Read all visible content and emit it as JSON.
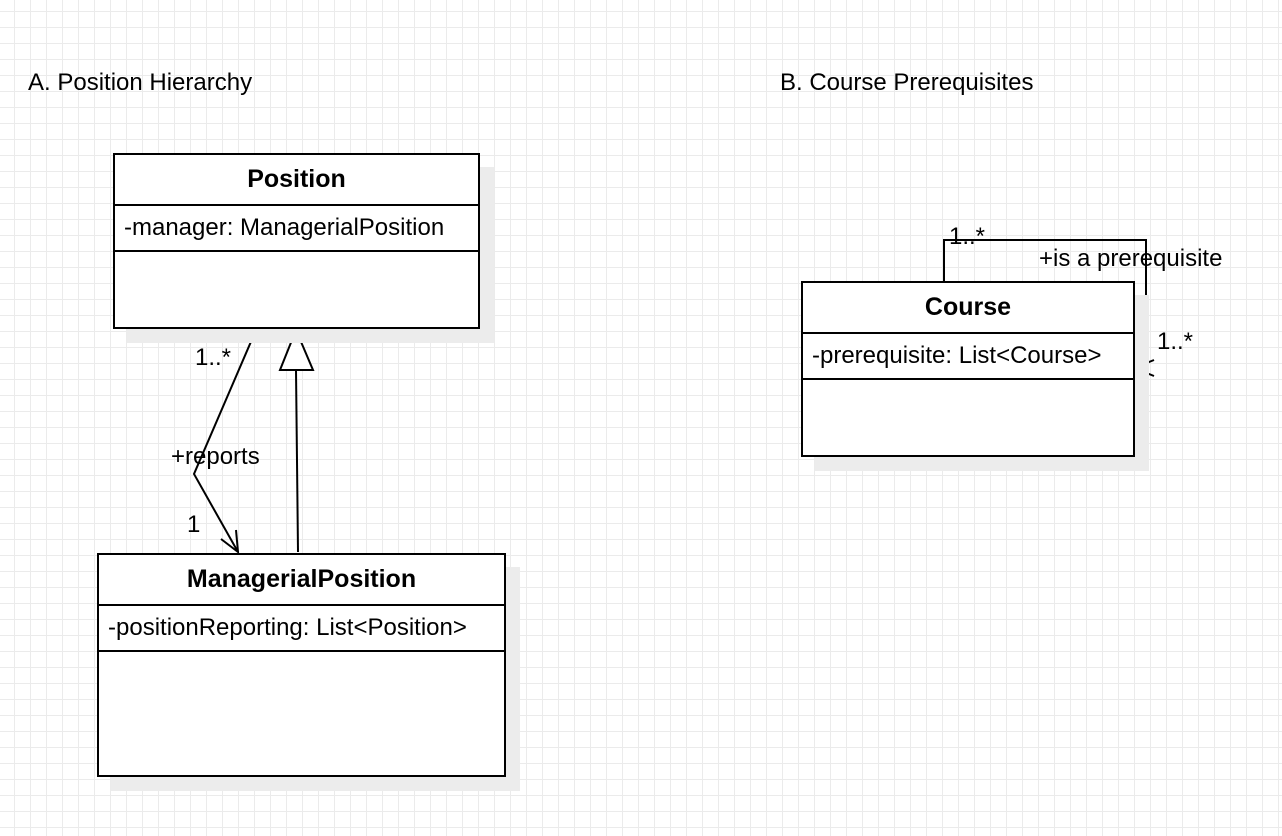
{
  "sections": {
    "a_title": "A. Position Hierarchy",
    "b_title": "B. Course Prerequisites"
  },
  "classes": {
    "position": {
      "name": "Position",
      "attribute": "-manager: ManagerialPosition"
    },
    "managerial": {
      "name": "ManagerialPosition",
      "attribute": "-positionReporting: List<Position>"
    },
    "course": {
      "name": "Course",
      "attribute": "-prerequisite: List<Course>"
    }
  },
  "associations": {
    "reports": {
      "role": "+reports",
      "source_mult": "1..*",
      "target_mult": "1"
    },
    "prerequisite": {
      "role": "+is a prerequisite",
      "source_mult": "1..*",
      "target_mult": "1..*"
    }
  }
}
